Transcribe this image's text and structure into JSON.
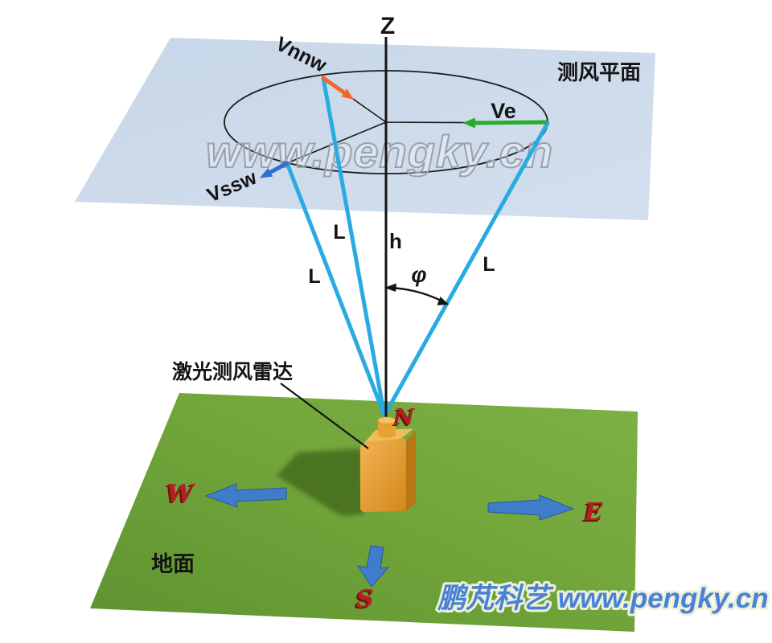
{
  "labels": {
    "z_axis": "Z",
    "wind_plane": "测风平面",
    "vnnw": "Vnnw",
    "ve": "Ve",
    "vssw": "Vssw",
    "beam_length": "L",
    "height": "h",
    "angle_phi": "φ",
    "device": "激光测风雷达",
    "ground": "地面",
    "north": "N",
    "east": "E",
    "south": "S",
    "west": "W",
    "watermark": "www.pengky.cn",
    "brand": "鹏芃科艺 www.pengky.cn"
  },
  "colors": {
    "laser_beam": "#29abe2",
    "vnnw_arrow": "#f26522",
    "ve_arrow": "#2bab2b",
    "vssw_arrow": "#2f6fd0",
    "ground_arrow": "#3f7dca",
    "compass_red": "#b51f1f",
    "wind_plane_blue": "#cddbeb",
    "ground_green": "#74a83d",
    "device_orange": "#e09a2e",
    "brand_blue": "#4a80d8",
    "line_black": "#141414"
  }
}
